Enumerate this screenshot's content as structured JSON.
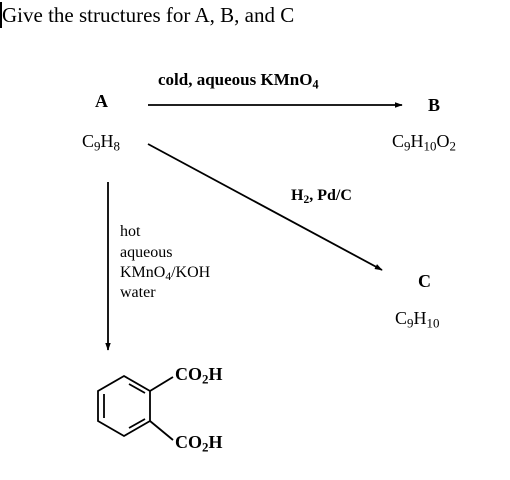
{
  "question": "Give the structures for A, B, and C",
  "compounds": {
    "A": {
      "label": "A",
      "formula": {
        "el1": "C",
        "n1": "9",
        "el2": "H",
        "n2": "8"
      }
    },
    "B": {
      "label": "B",
      "formula": {
        "el1": "C",
        "n1": "9",
        "el2": "H",
        "n2": "10",
        "el3": "O",
        "n3": "2"
      }
    },
    "C": {
      "label": "C",
      "formula": {
        "el1": "C",
        "n1": "9",
        "el2": "H",
        "n2": "10"
      }
    }
  },
  "reagents": {
    "a_to_b": {
      "text": "cold, aqueous KMnO",
      "sub": "4"
    },
    "a_to_c": {
      "pre": "H",
      "sub": "2",
      "post": ", Pd/C"
    },
    "a_to_product": {
      "line1": "hot",
      "line2": "aqueous",
      "line3_pre": "KMnO",
      "line3_sub": "4",
      "line3_post": "/KOH",
      "line4": "water"
    }
  },
  "product": {
    "substituent": {
      "pre": "CO",
      "sub": "2",
      "post": "H"
    }
  }
}
